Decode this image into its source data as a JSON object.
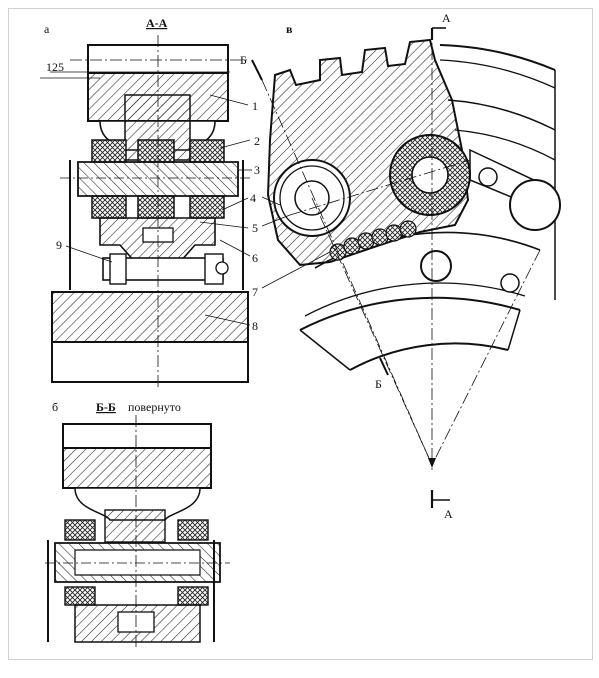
{
  "views": {
    "a": {
      "letter": "а",
      "section": "А-А"
    },
    "b": {
      "letter": "б",
      "section": "Б-Б",
      "note": "повернуто"
    },
    "v": {
      "letter": "в"
    }
  },
  "callouts": [
    "1",
    "2",
    "3",
    "4",
    "5",
    "6",
    "7",
    "8",
    "9"
  ],
  "dimension": "125",
  "cut_marks": {
    "A_top": "А",
    "A_bottom": "А",
    "B_top": "Б",
    "B_bottom": "Б"
  }
}
